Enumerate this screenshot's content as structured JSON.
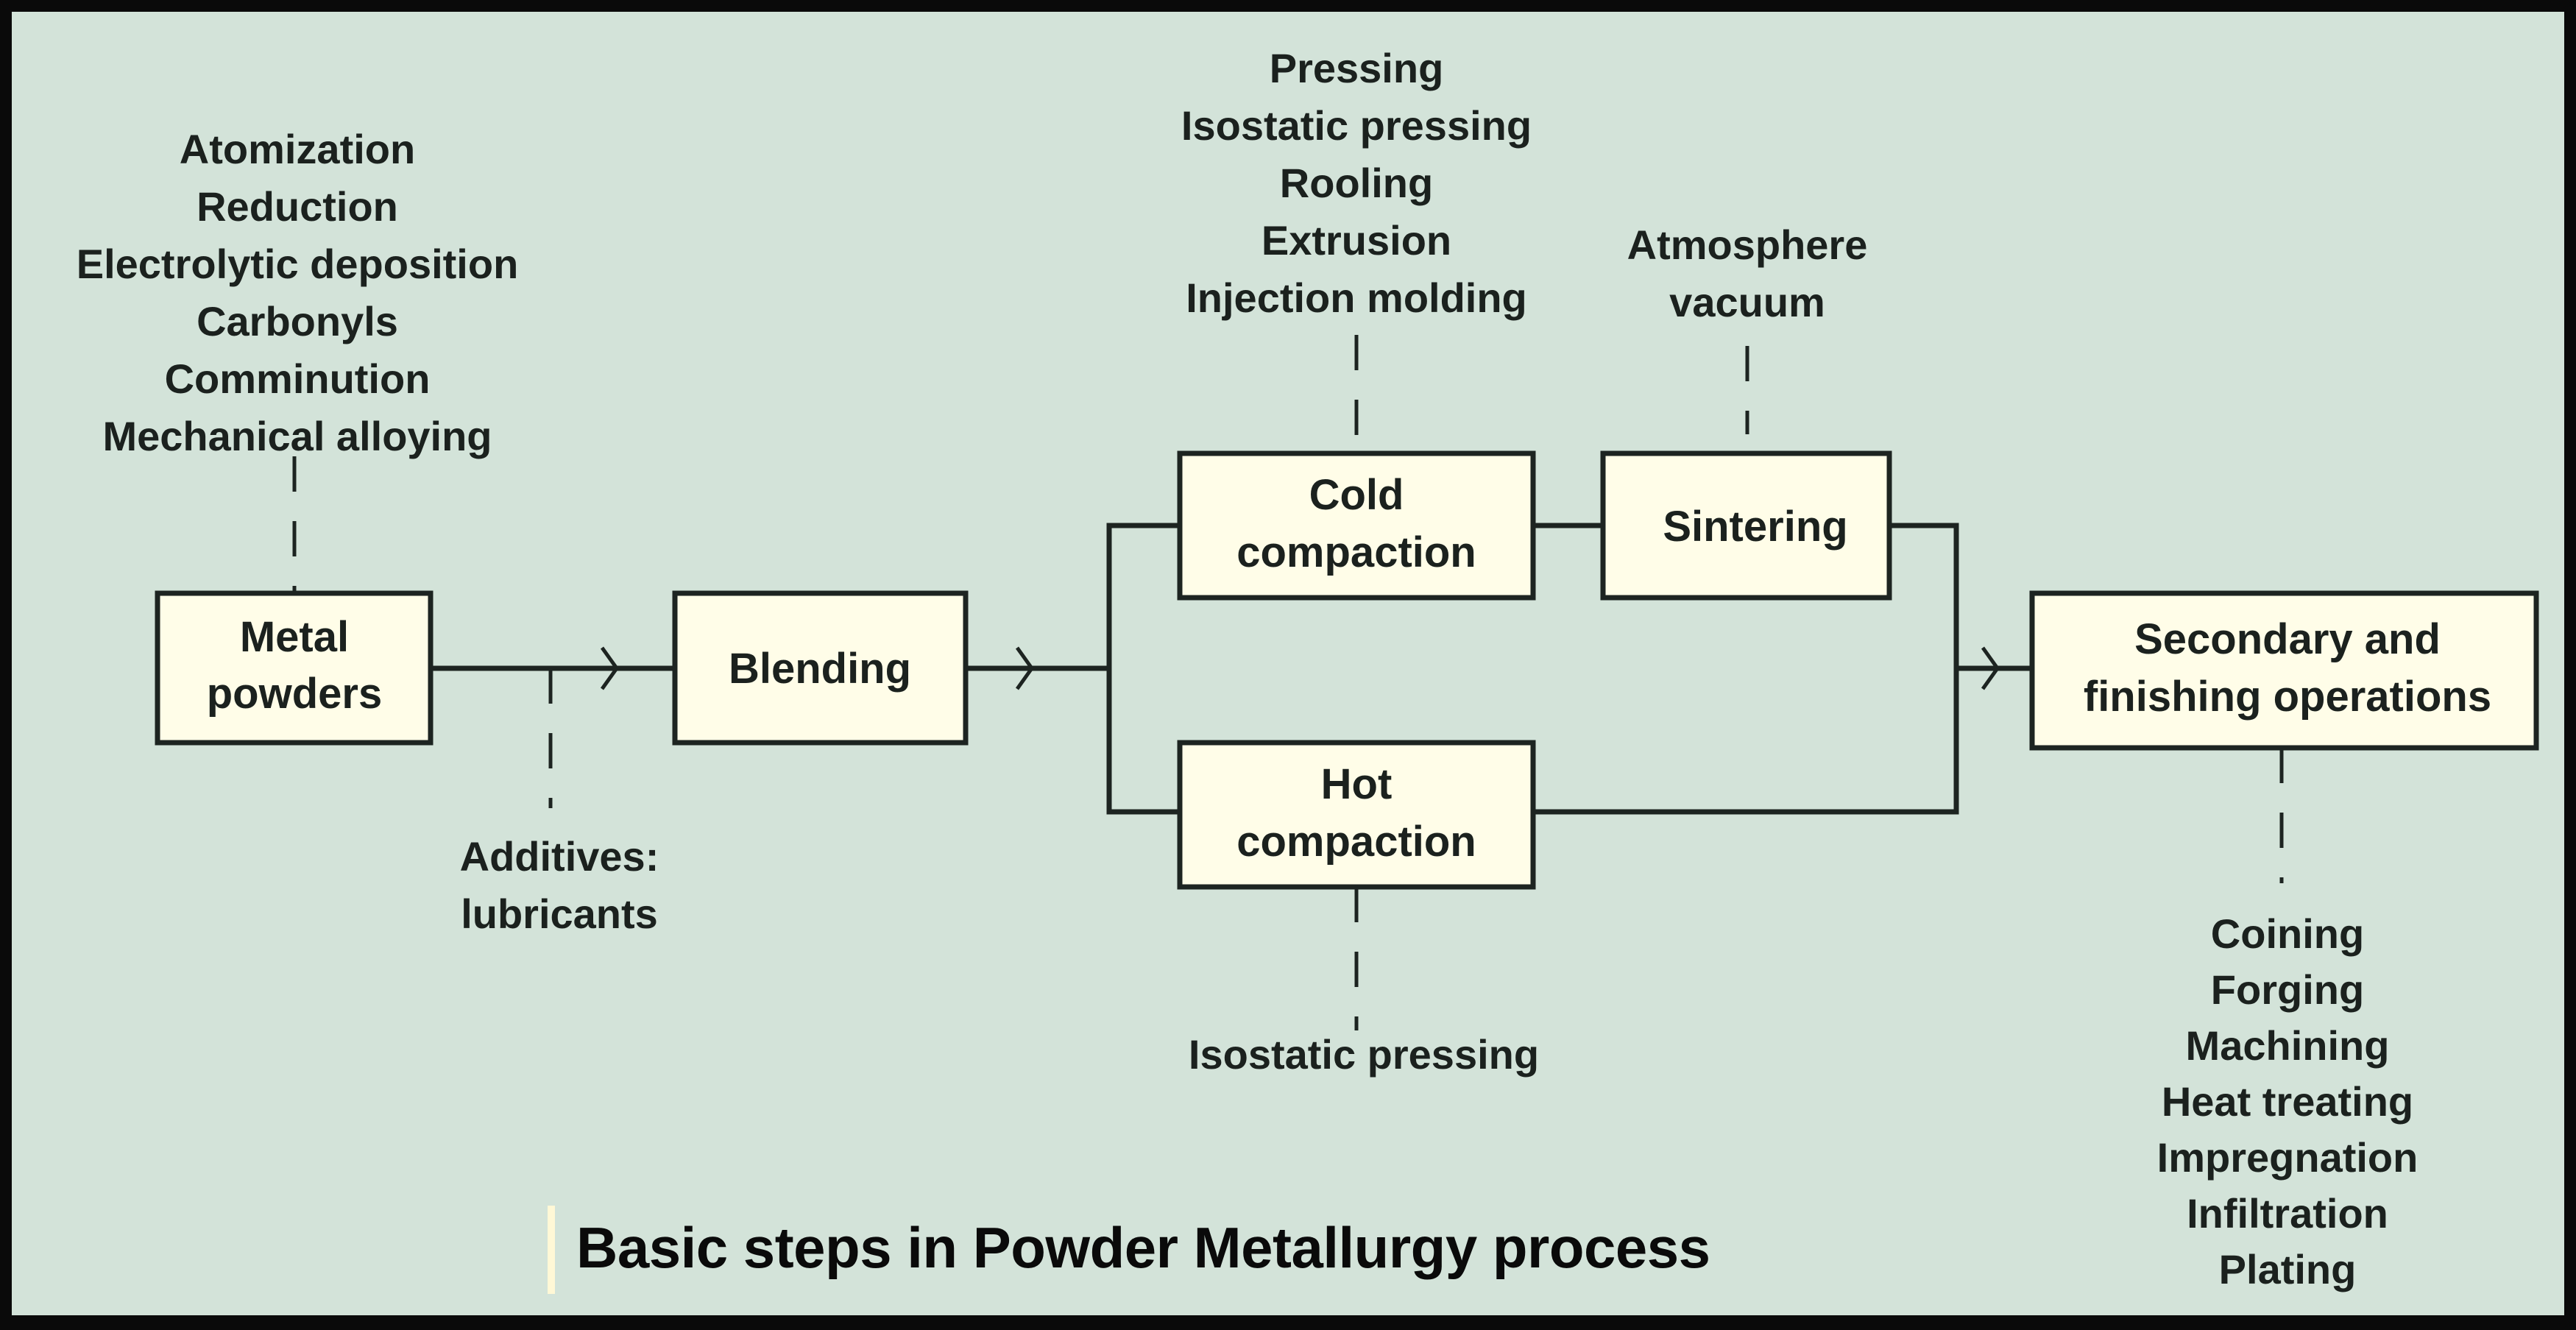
{
  "title": "Basic steps in Powder Metallurgy process",
  "colors": {
    "background": "#d3e3d9",
    "box_fill": "#fffde8",
    "line": "#1d2421",
    "frame": "#0a0a0a",
    "title_accent": "#fff8d6"
  },
  "nodes": {
    "metal_powders": {
      "lines": [
        "Metal",
        "powders"
      ]
    },
    "blending": {
      "lines": [
        "Blending"
      ]
    },
    "cold_compaction": {
      "lines": [
        "Cold",
        "compaction"
      ]
    },
    "sintering": {
      "lines": [
        "Sintering"
      ]
    },
    "hot_compaction": {
      "lines": [
        "Hot",
        "compaction"
      ]
    },
    "secondary": {
      "lines": [
        "Secondary and",
        "finishing operations"
      ]
    }
  },
  "annotations": {
    "powder_production": [
      "Atomization",
      "Reduction",
      "Electrolytic deposition",
      "Carbonyls",
      "Comminution",
      "Mechanical alloying"
    ],
    "additives": [
      "Additives:",
      "lubricants"
    ],
    "cold_methods": [
      "Pressing",
      "Isostatic pressing",
      "Rooling",
      "Extrusion",
      "Injection molding"
    ],
    "sintering_conditions": [
      "Atmosphere",
      "vacuum"
    ],
    "hot_methods": [
      "Isostatic pressing"
    ],
    "finishing_ops": [
      "Coining",
      "Forging",
      "Machining",
      "Heat treating",
      "Impregnation",
      "Infiltration",
      "Plating"
    ]
  },
  "edges": [
    {
      "from": "metal_powders",
      "to": "blending",
      "arrow": "chevron"
    },
    {
      "from": "blending",
      "to": "cold_compaction",
      "arrow": "chevron"
    },
    {
      "from": "blending",
      "to": "hot_compaction",
      "arrow": "chevron"
    },
    {
      "from": "cold_compaction",
      "to": "sintering",
      "arrow": "none"
    },
    {
      "from": "sintering",
      "to": "secondary",
      "arrow": "chevron"
    },
    {
      "from": "hot_compaction",
      "to": "secondary",
      "arrow": "chevron"
    }
  ]
}
